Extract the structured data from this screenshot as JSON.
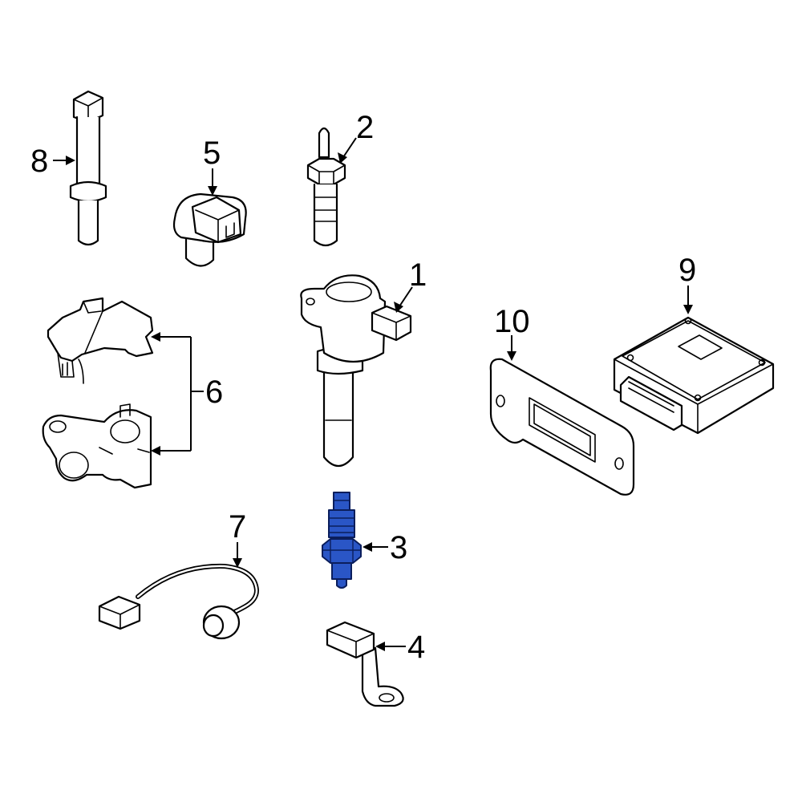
{
  "callouts": {
    "c1": "1",
    "c2": "2",
    "c3": "3",
    "c4": "4",
    "c5": "5",
    "c6": "6",
    "c7": "7",
    "c8": "8",
    "c9": "9",
    "c10": "10"
  },
  "colors": {
    "highlight": "#2a56c6",
    "line": "#000000",
    "background": "#ffffff"
  },
  "highlighted_callout": "3"
}
